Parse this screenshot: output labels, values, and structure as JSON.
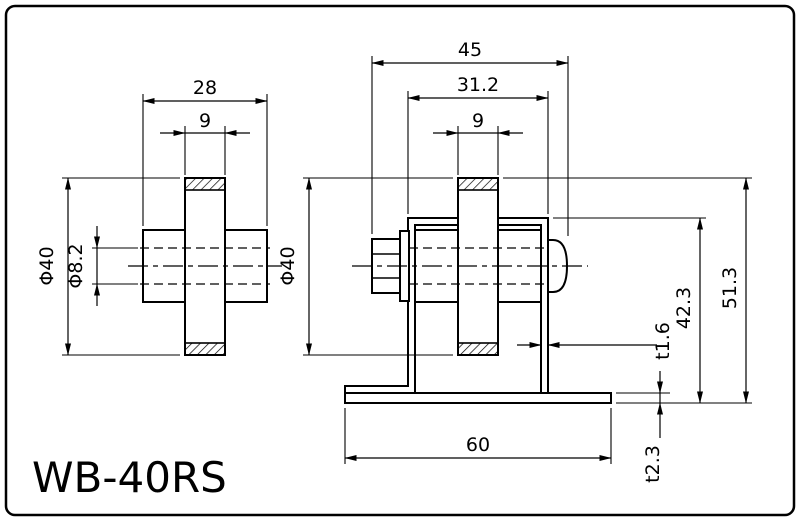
{
  "title": "WB-40RS",
  "colors": {
    "line": "#000000",
    "background": "#ffffff"
  },
  "left_view": {
    "hub_width": "28",
    "disc_width": "9",
    "wheel_diameter": "Φ40",
    "bore_diameter": "Φ8.2"
  },
  "right_view": {
    "overall_width": "45",
    "bracket_width": "31.2",
    "disc_width": "9",
    "wheel_diameter": "Φ40",
    "bracket_height": "42.3",
    "overall_height": "51.3",
    "plate_thickness": "t1.6",
    "base_thickness": "t2.3",
    "base_length": "60"
  }
}
